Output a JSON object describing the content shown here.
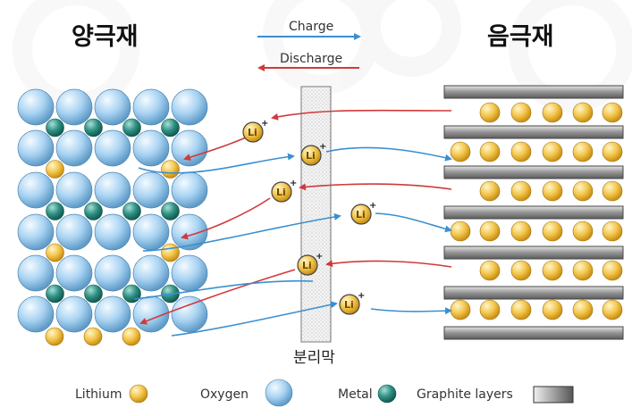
{
  "titles": {
    "cathode": "양극재",
    "anode": "음극재",
    "separator": "분리막"
  },
  "arrows": {
    "charge": "Charge",
    "discharge": "Discharge"
  },
  "ion": {
    "symbol": "Li",
    "charge": "+"
  },
  "legend": {
    "lithium": "Lithium",
    "oxygen": "Oxygen",
    "metal": "Metal",
    "graphite": "Graphite layers"
  },
  "colors": {
    "charge_arrow": "#3a8fd0",
    "discharge_arrow": "#d03a3a",
    "oxygen": "#a9d3f2",
    "metal": "#2f8f83",
    "lithium": "#f3c64d",
    "graphite": "#9a9a9a"
  }
}
